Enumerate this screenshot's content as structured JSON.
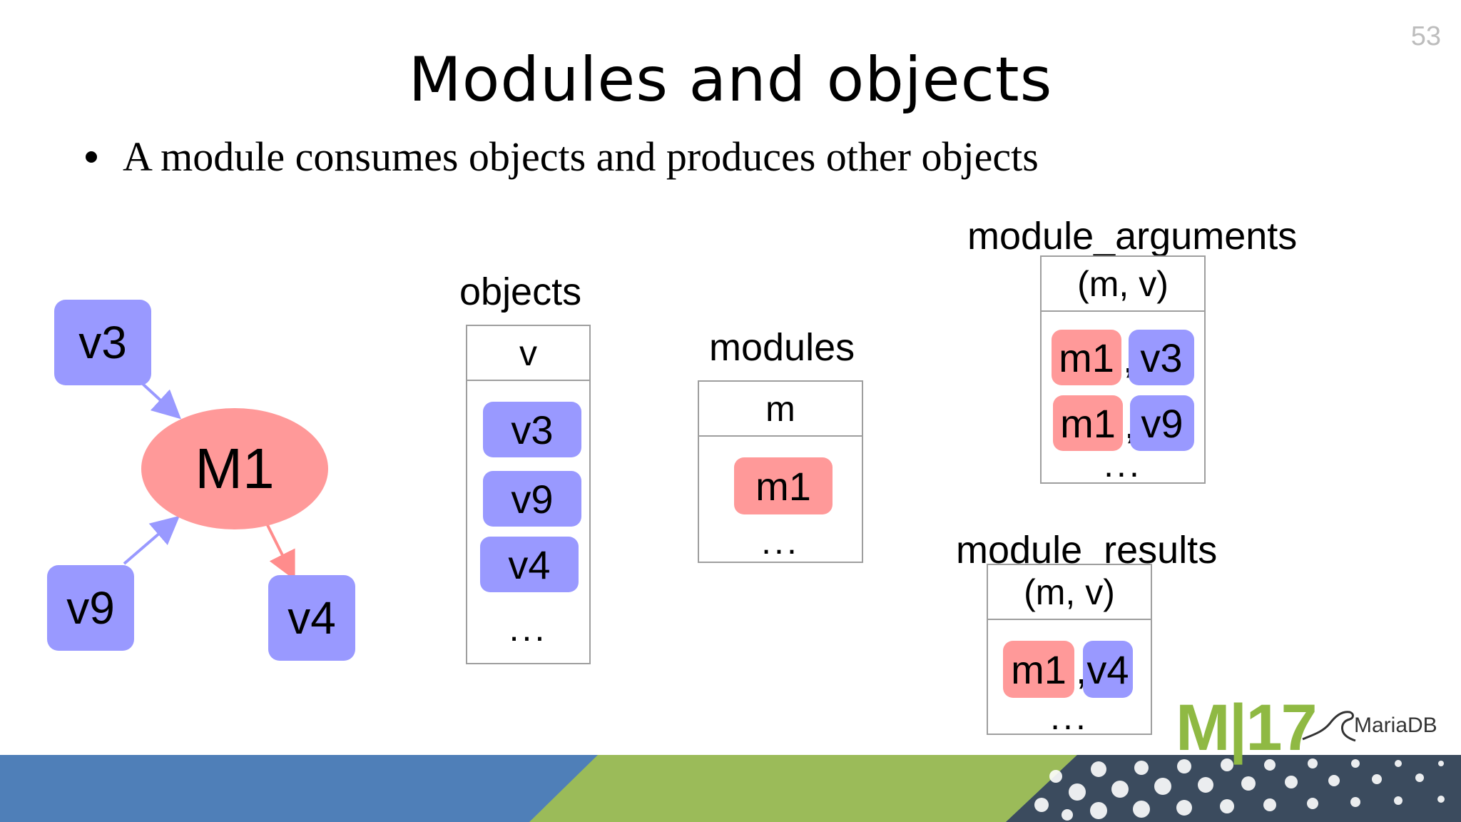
{
  "slide": {
    "number": "53",
    "title": "Modules and objects",
    "bullet": "A module consumes objects and produces other objects"
  },
  "graph": {
    "module_node": "M1",
    "object_nodes": [
      "v3",
      "v9",
      "v4"
    ]
  },
  "tables": {
    "objects": {
      "label": "objects",
      "column": "v",
      "rows": [
        "v3",
        "v9",
        "v4"
      ],
      "more": "..."
    },
    "modules": {
      "label": "modules",
      "column": "m",
      "rows": [
        "m1"
      ],
      "more": "..."
    },
    "module_arguments": {
      "label": "module_arguments",
      "column": "(m, v)",
      "rows": [
        {
          "m": "m1",
          "v": "v3"
        },
        {
          "m": "m1",
          "v": "v9"
        }
      ],
      "more": "...",
      "separator": ","
    },
    "module_results": {
      "label": "module_results",
      "column": "(m, v)",
      "rows": [
        {
          "m": "m1",
          "v": "v4"
        }
      ],
      "more": "...",
      "separator": ","
    }
  },
  "logo": {
    "event": "M|17",
    "brand": "MariaDB"
  },
  "colors": {
    "object": "#9999ff",
    "module": "#ff9999",
    "footer_blue": "#4f7fb8",
    "footer_green": "#9bbb59",
    "footer_dark": "#3b4b5e"
  }
}
